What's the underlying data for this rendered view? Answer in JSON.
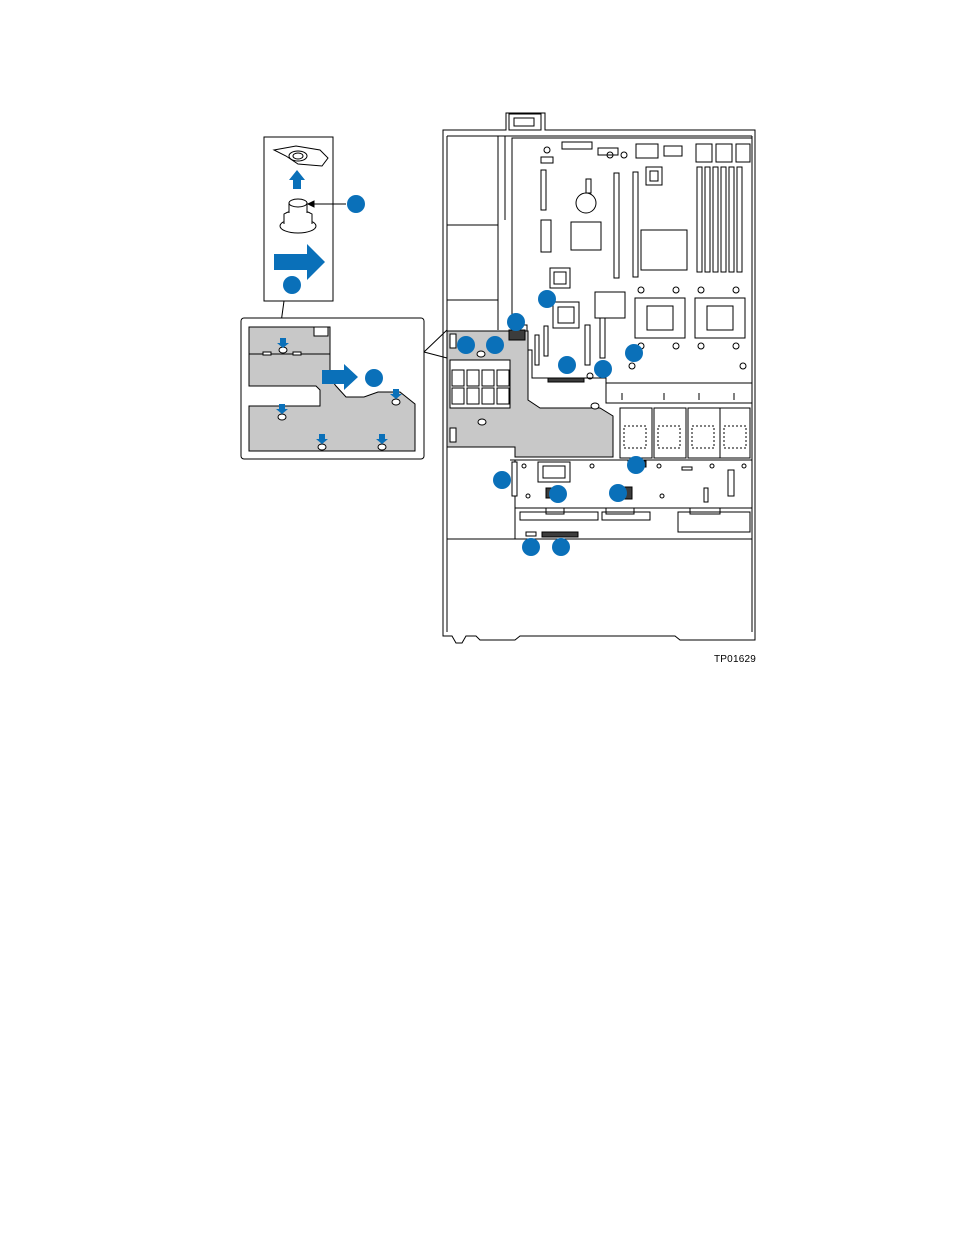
{
  "figure": {
    "id_label": "TP01629"
  },
  "colors": {
    "callout": "#0a70b9",
    "line": "#000000",
    "shield_fill": "#c8c8c8",
    "paper": "#ffffff"
  },
  "icons": {
    "callout_marker": "blue-circle",
    "direction_arrow": "blue-arrow",
    "standoff": "standoff-pin"
  }
}
